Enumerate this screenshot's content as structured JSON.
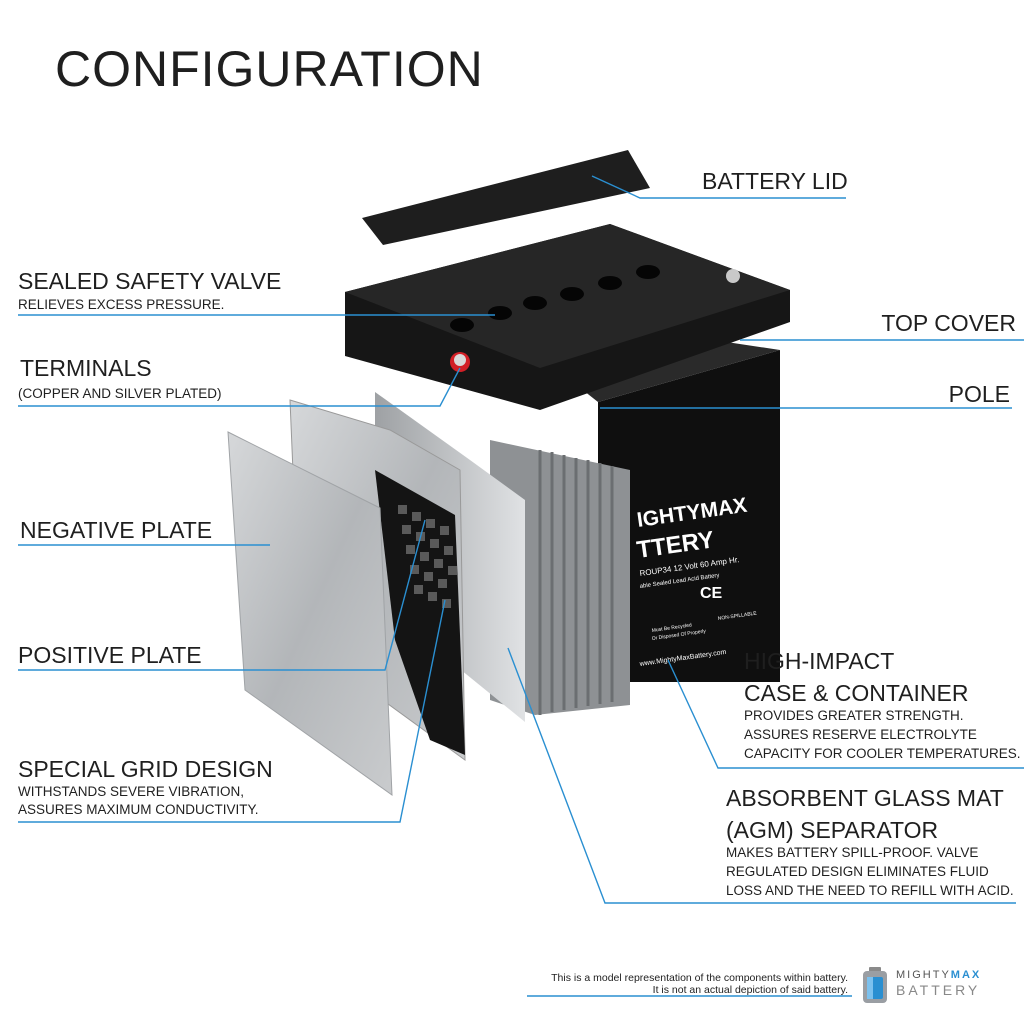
{
  "title": "CONFIGURATION",
  "labels": {
    "battery_lid": "BATTERY LID",
    "safety_valve": "SEALED SAFETY VALVE",
    "safety_valve_sub": "RELIEVES EXCESS PRESSURE.",
    "top_cover": "TOP COVER",
    "terminals": "TERMINALS",
    "terminals_sub": "(COPPER AND SILVER PLATED)",
    "pole": "POLE",
    "negative_plate": "NEGATIVE PLATE",
    "positive_plate": "POSITIVE PLATE",
    "high_impact_1": "HIGH-IMPACT",
    "high_impact_2": "CASE & CONTAINER",
    "high_impact_sub1": "PROVIDES GREATER STRENGTH.",
    "high_impact_sub2": "ASSURES RESERVE ELECTROLYTE",
    "high_impact_sub3": "CAPACITY FOR COOLER TEMPERATURES.",
    "grid_design": "SPECIAL GRID DESIGN",
    "grid_design_sub1": "WITHSTANDS SEVERE VIBRATION,",
    "grid_design_sub2": "ASSURES MAXIMUM CONDUCTIVITY.",
    "agm_1": "ABSORBENT GLASS MAT",
    "agm_2": "(AGM) SEPARATOR",
    "agm_sub1": "MAKES BATTERY SPILL-PROOF. VALVE",
    "agm_sub2": "REGULATED DESIGN ELIMINATES FLUID",
    "agm_sub3": "LOSS AND THE NEED TO REFILL WITH ACID."
  },
  "battery_face": {
    "brand_1": "IGHTYMAX",
    "brand_2": "TTERY",
    "model": "ROUP34   12 Volt 60 Amp Hr.",
    "type": "able Sealed Lead Acid Battery",
    "recycle": "Must Be Recycled",
    "dispose": "Or Disposed Of Properly",
    "nonspill": "NON-SPILLABLE",
    "website": "www.MightyMaxBattery.com"
  },
  "footer": {
    "disclaimer_1": "This is a model representation of the components within battery.",
    "disclaimer_2": "It is not an actual depiction of said battery.",
    "logo_mighty": "MIGHTY",
    "logo_max": "MAX",
    "logo_battery": "BATTERY"
  },
  "colors": {
    "leader_line": "#2a8fd1",
    "plate": "#b9bcc0",
    "case": "#111111",
    "terminal_red": "#d21f26"
  }
}
